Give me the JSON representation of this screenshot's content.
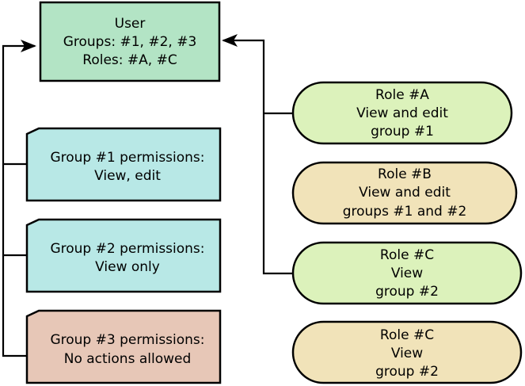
{
  "user_node": {
    "lines": [
      "User",
      "Groups: #1, #2, #3",
      "Roles: #A, #C"
    ],
    "color": "#b3e4c5"
  },
  "groups": [
    {
      "lines": [
        "Group #1 permissions:",
        "View, edit"
      ],
      "color": "#b8e8e6"
    },
    {
      "lines": [
        "Group #2 permissions:",
        "View only"
      ],
      "color": "#b8e8e6"
    },
    {
      "lines": [
        "Group #3 permissions:",
        "No actions allowed"
      ],
      "color": "#e7c7b7"
    }
  ],
  "roles": [
    {
      "lines": [
        "Role #A",
        "View and edit",
        "group #1"
      ],
      "color": "#dcf2bb"
    },
    {
      "lines": [
        "Role #B",
        "View and edit",
        "groups #1 and #2"
      ],
      "color": "#f1e3b9"
    },
    {
      "lines": [
        "Role #C",
        "View",
        "group #2"
      ],
      "color": "#dcf2bb"
    },
    {
      "lines": [
        "Role #C",
        "View",
        "group #2"
      ],
      "color": "#f1e3b9"
    }
  ]
}
